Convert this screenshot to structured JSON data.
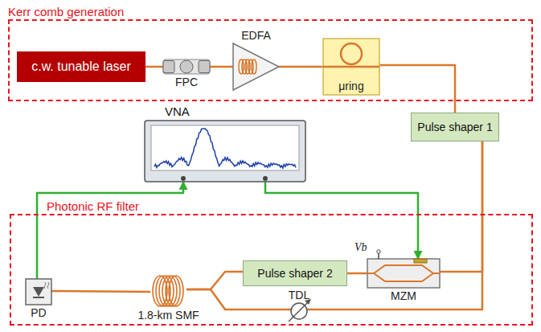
{
  "diagram": {
    "nodes": [
      {
        "text": [
          "Kerr comb generation"
        ]
      },
      {
        "text": [
          "c.w. tunable laser"
        ],
        "in": 0
      },
      {
        "text": [
          "FPC"
        ],
        "in": 0
      },
      {
        "text": [
          "EDFA"
        ],
        "in": 0
      },
      {
        "text": [
          "μring"
        ],
        "in": 0
      },
      {
        "text": [
          "Pulse shaper 1"
        ]
      },
      {
        "text": [
          "VNA"
        ]
      },
      {
        "text": [
          "Photonic RF filter"
        ]
      },
      {
        "text": [
          "Pulse shaper 2"
        ],
        "in": 7
      },
      {
        "text": [
          "MZM"
        ],
        "in": 7
      },
      {
        "text": [
          "TDL"
        ],
        "in": 7
      },
      {
        "text": [
          "1.8-km SMF"
        ],
        "in": 7
      },
      {
        "text": [
          "PD"
        ],
        "in": 7
      }
    ],
    "edges": [
      {
        "from": 1,
        "to": 2,
        "arrow": "none"
      },
      {
        "from": 2,
        "to": 3,
        "arrow": "none"
      },
      {
        "from": 3,
        "to": 4,
        "arrow": "none"
      },
      {
        "from": 4,
        "to": 5,
        "arrow": "none"
      },
      {
        "from": 5,
        "to": 9,
        "arrow": "none"
      },
      {
        "from": 5,
        "to": 10,
        "arrow": "none"
      },
      {
        "from": 9,
        "to": 8,
        "arrow": "none"
      },
      {
        "from": 8,
        "to": 11,
        "arrow": "none"
      },
      {
        "from": 10,
        "to": 11,
        "arrow": "none"
      },
      {
        "from": 11,
        "to": 12,
        "arrow": "none"
      },
      {
        "from": 12,
        "to": 6,
        "arrow": "to"
      },
      {
        "from": 6,
        "to": 9,
        "arrow": "to"
      }
    ],
    "labels": [
      "Vb"
    ]
  }
}
